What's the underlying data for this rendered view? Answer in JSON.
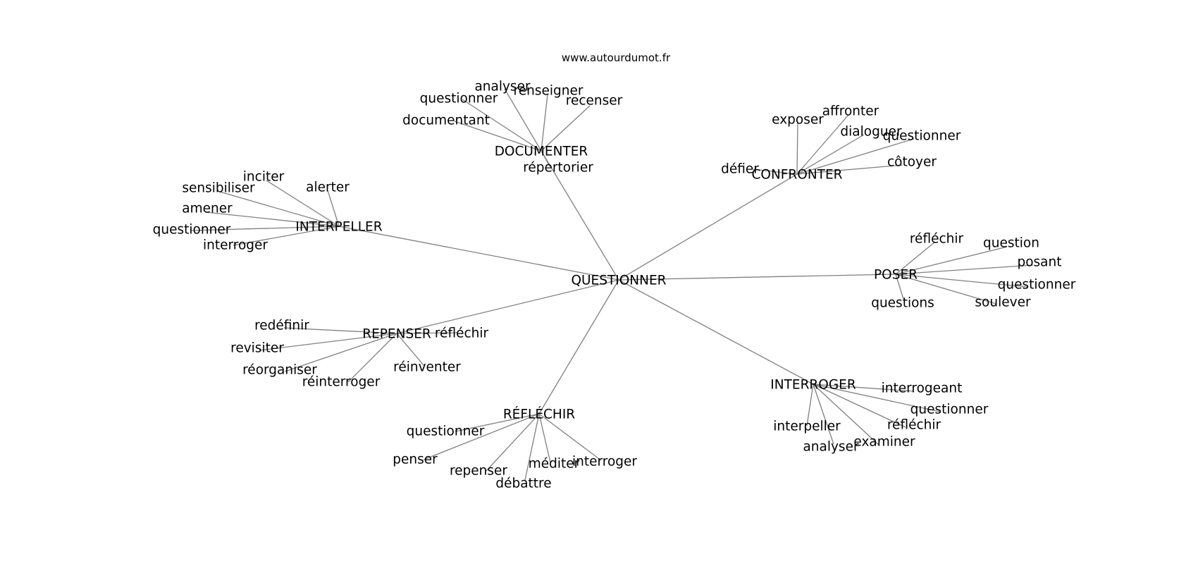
{
  "site_label": "www.autourdumot.fr",
  "center": {
    "label": "QUESTIONNER"
  },
  "clusters": [
    {
      "label": "DOCUMENTER",
      "words": [
        "analyser",
        "renseigner",
        "questionner",
        "recenser",
        "documentant",
        "répertorier"
      ]
    },
    {
      "label": "CONFRONTER",
      "words": [
        "exposer",
        "affronter",
        "dialoguer",
        "questionner",
        "côtoyer",
        "défier"
      ]
    },
    {
      "label": "INTERPELLER",
      "words": [
        "inciter",
        "alerter",
        "sensibiliser",
        "amener",
        "questionner",
        "interroger"
      ]
    },
    {
      "label": "POSER",
      "words": [
        "réfléchir",
        "question",
        "posant",
        "questionner",
        "soulever",
        "questions"
      ]
    },
    {
      "label": "REPENSER",
      "words": [
        "redéfinir",
        "réfléchir",
        "revisiter",
        "réorganiser",
        "réinterroger",
        "réinventer"
      ]
    },
    {
      "label": "INTERROGER",
      "words": [
        "interrogeant",
        "questionner",
        "réfléchir",
        "examiner",
        "interpeller",
        "analyser"
      ]
    },
    {
      "label": "RÉFLÉCHIR",
      "words": [
        "questionner",
        "penser",
        "repenser",
        "débattre",
        "méditer",
        "interroger"
      ]
    }
  ]
}
